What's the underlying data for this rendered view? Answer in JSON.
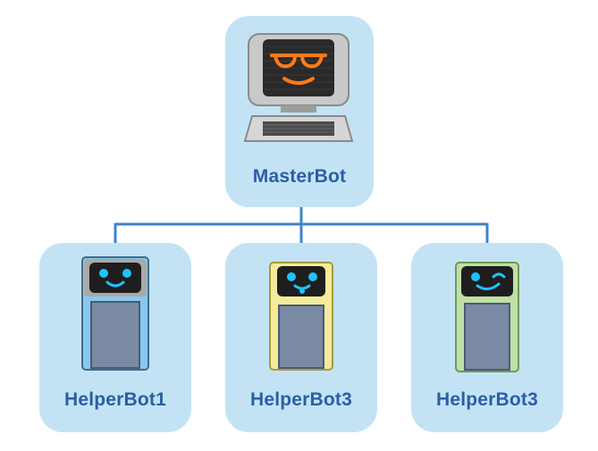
{
  "master": {
    "label": "MasterBot",
    "icon": "computer-robot-icon",
    "screen_color": "#ff7a1a"
  },
  "helpers": [
    {
      "label": "HelperBot1",
      "icon": "helper-robot-icon",
      "body_color": "#87c9ee",
      "face_color": "#1fc3ff"
    },
    {
      "label": "HelperBot3",
      "icon": "helper-robot-icon",
      "body_color": "#f5eb9a",
      "face_color": "#1fc3ff"
    },
    {
      "label": "HelperBot3",
      "icon": "helper-robot-icon",
      "body_color": "#bfe0a6",
      "face_color": "#1fc3ff"
    }
  ],
  "colors": {
    "card": "#c3e3f5",
    "connector": "#3f83c9",
    "label": "#2a5fa3"
  }
}
